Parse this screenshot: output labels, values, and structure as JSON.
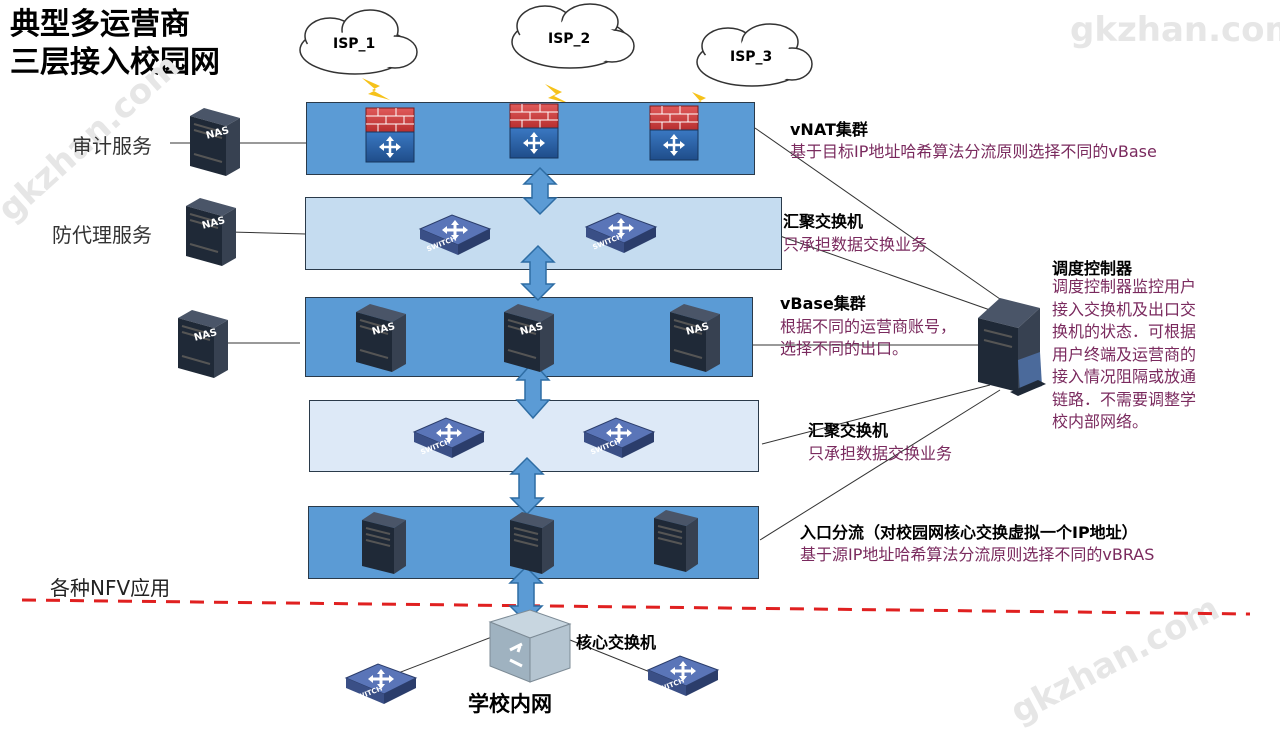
{
  "title": {
    "line1": "典型多运营商",
    "line2": "三层接入校园网"
  },
  "watermark": "gkzhan.com",
  "clouds": [
    "ISP_1",
    "ISP_2",
    "ISP_3"
  ],
  "side_services": {
    "audit": "审计服务",
    "proxy": "防代理服务"
  },
  "nas_label": "NAS",
  "switch_label": "SWITCH",
  "layers": {
    "vnat": {
      "title": "vNAT集群",
      "desc": "基于目标IP地址哈希算法分流原则选择不同的vBase"
    },
    "agg1": {
      "title": "汇聚交换机",
      "desc": "只承担数据交换业务"
    },
    "vbase": {
      "title": "vBase集群",
      "desc_line1": "根据不同的运营商账号，",
      "desc_line2": "选择不同的出口。"
    },
    "agg2": {
      "title": "汇聚交换机",
      "desc": "只承担数据交换业务"
    },
    "entry": {
      "title": "入口分流（对校园网核心交换虚拟一个IP地址）",
      "desc": "基于源IP地址哈希算法分流原则选择不同的vBRAS"
    }
  },
  "controller": {
    "title": "调度控制器",
    "desc_lines": [
      "调度控制器监控用户",
      "接入交换机及出口交",
      "换机的状态．可根据",
      "用户终端及运营商的",
      "接入情况阻隔或放通",
      "链路．不需要调整学",
      "校内部网络。"
    ]
  },
  "nfv_label": "各种NFV应用",
  "core_switch": "核心交换机",
  "campus": "学校内网"
}
